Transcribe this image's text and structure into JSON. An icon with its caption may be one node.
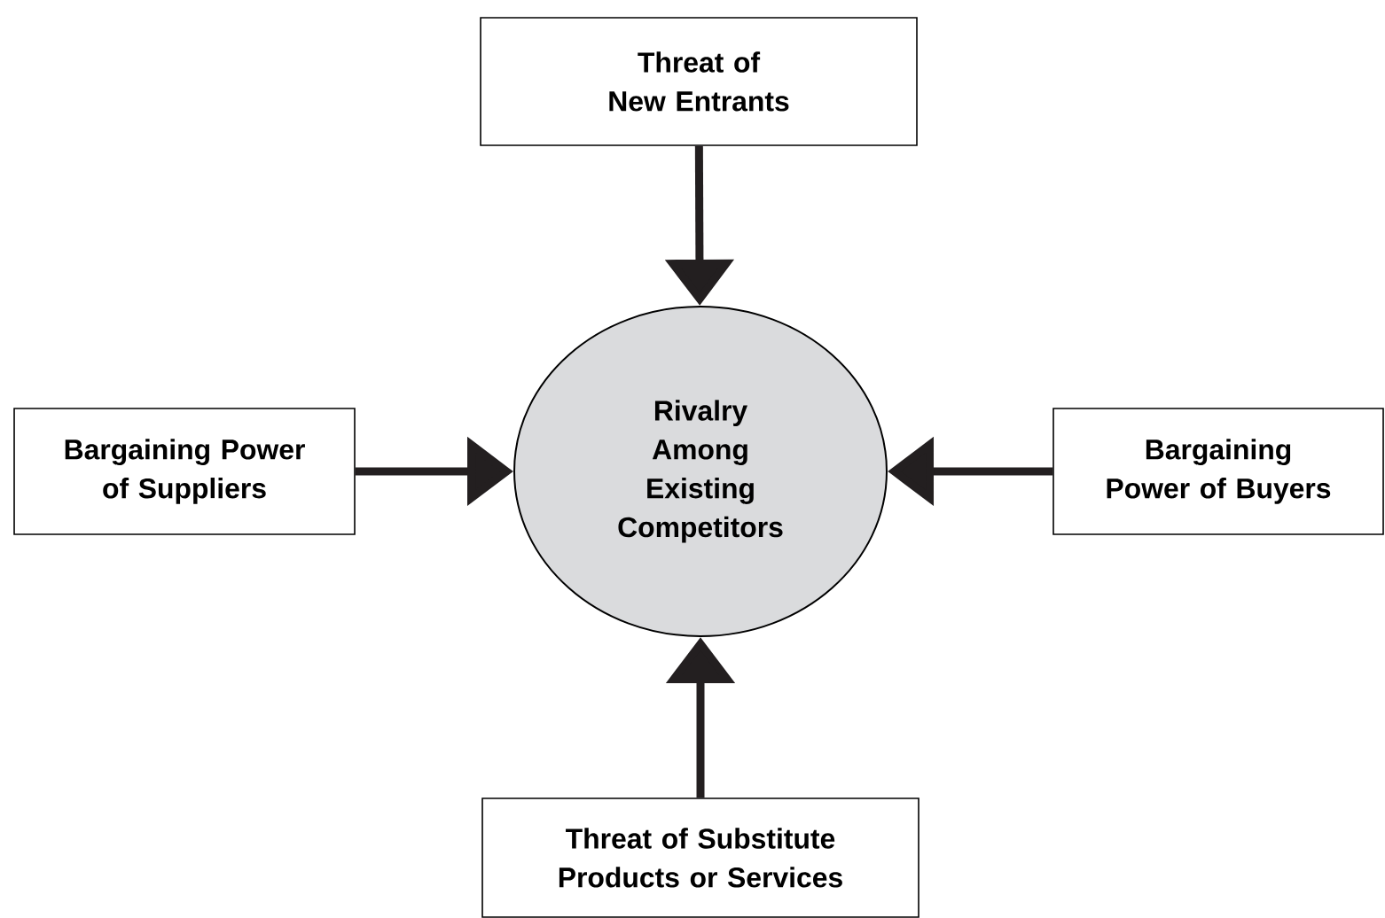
{
  "diagram": {
    "nodes": [
      {
        "text": [
          "Threat of New Entrants"
        ]
      },
      {
        "text": [
          "Bargaining Power of Suppliers"
        ]
      },
      {
        "text": [
          "Rivalry Among Existing Competitors"
        ]
      },
      {
        "text": [
          "Bargaining Power of Buyers"
        ]
      },
      {
        "text": [
          "Threat of Substitute Products or Services"
        ]
      }
    ],
    "edges": [
      {
        "from": 0,
        "to": 2,
        "arrow": "to"
      },
      {
        "from": 1,
        "to": 2,
        "arrow": "to"
      },
      {
        "from": 3,
        "to": 2,
        "arrow": "to"
      },
      {
        "from": 4,
        "to": 2,
        "arrow": "to"
      }
    ]
  }
}
